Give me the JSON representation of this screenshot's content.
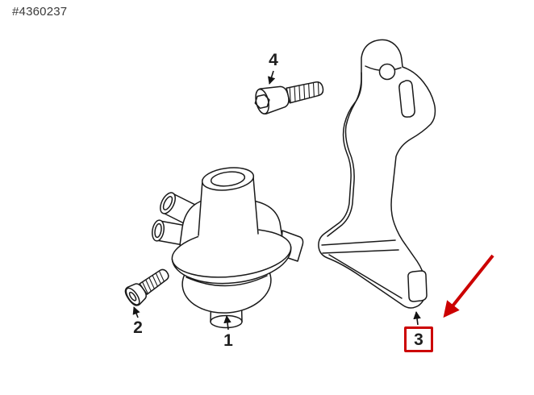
{
  "header": {
    "part_number": "#4360237"
  },
  "colors": {
    "line": "#1a1a1a",
    "text": "#1f1f1f",
    "muted": "#3a3a3a",
    "highlight": "#cc0000",
    "background": "#ffffff"
  },
  "callouts": {
    "pump": {
      "label": "1",
      "boxed": false
    },
    "screw": {
      "label": "2",
      "boxed": false
    },
    "bracket": {
      "label": "3",
      "boxed": true
    },
    "bolt": {
      "label": "4",
      "boxed": false
    }
  }
}
